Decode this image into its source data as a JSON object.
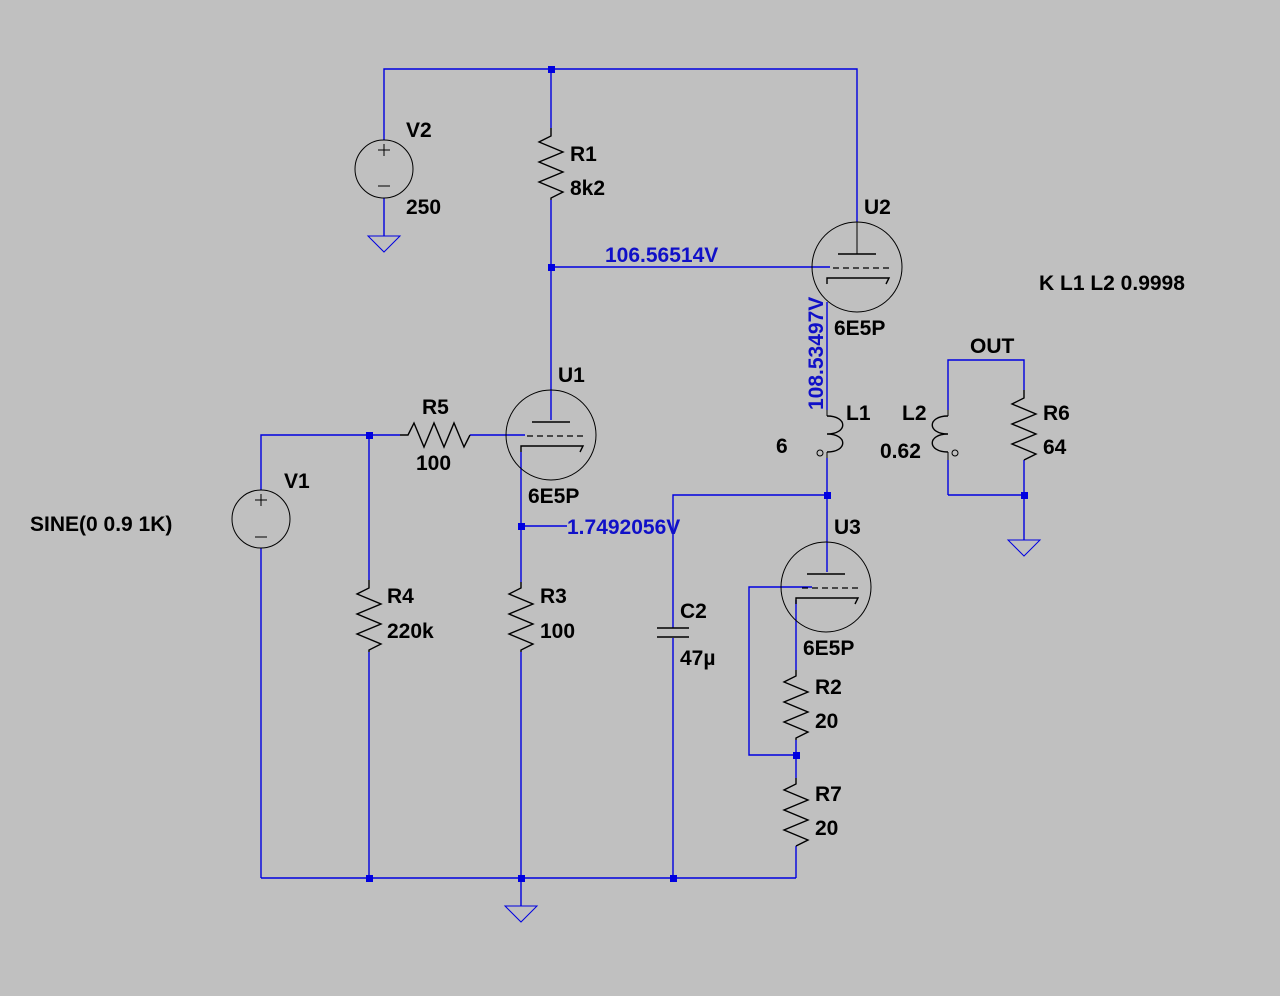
{
  "components": {
    "v2": {
      "name": "V2",
      "value": "250"
    },
    "v1": {
      "name": "V1",
      "value": "SINE(0 0.9 1K)"
    },
    "r1": {
      "name": "R1",
      "value": "8k2"
    },
    "r2": {
      "name": "R2",
      "value": "20"
    },
    "r3": {
      "name": "R3",
      "value": "100"
    },
    "r4": {
      "name": "R4",
      "value": "220k"
    },
    "r5": {
      "name": "R5",
      "value": "100"
    },
    "r6": {
      "name": "R6",
      "value": "64"
    },
    "r7": {
      "name": "R7",
      "value": "20"
    },
    "c2": {
      "name": "C2",
      "value": "47µ"
    },
    "l1": {
      "name": "L1",
      "value": "6"
    },
    "l2": {
      "name": "L2",
      "value": "0.62"
    },
    "u1": {
      "name": "U1",
      "value": "6E5P"
    },
    "u2": {
      "name": "U2",
      "value": "6E5P"
    },
    "u3": {
      "name": "U3",
      "value": "6E5P"
    }
  },
  "directive": "K L1 L2 0.9998",
  "net_labels": {
    "out": "OUT"
  },
  "voltage_labels": {
    "u1_plate": "106.56514V",
    "u1_cathode": "1.7492056V",
    "u2_cathode": "108.53497V"
  },
  "colors": {
    "background": "#c0c0c0",
    "wire": "#0000e0",
    "voltage_text": "#1010c8"
  }
}
